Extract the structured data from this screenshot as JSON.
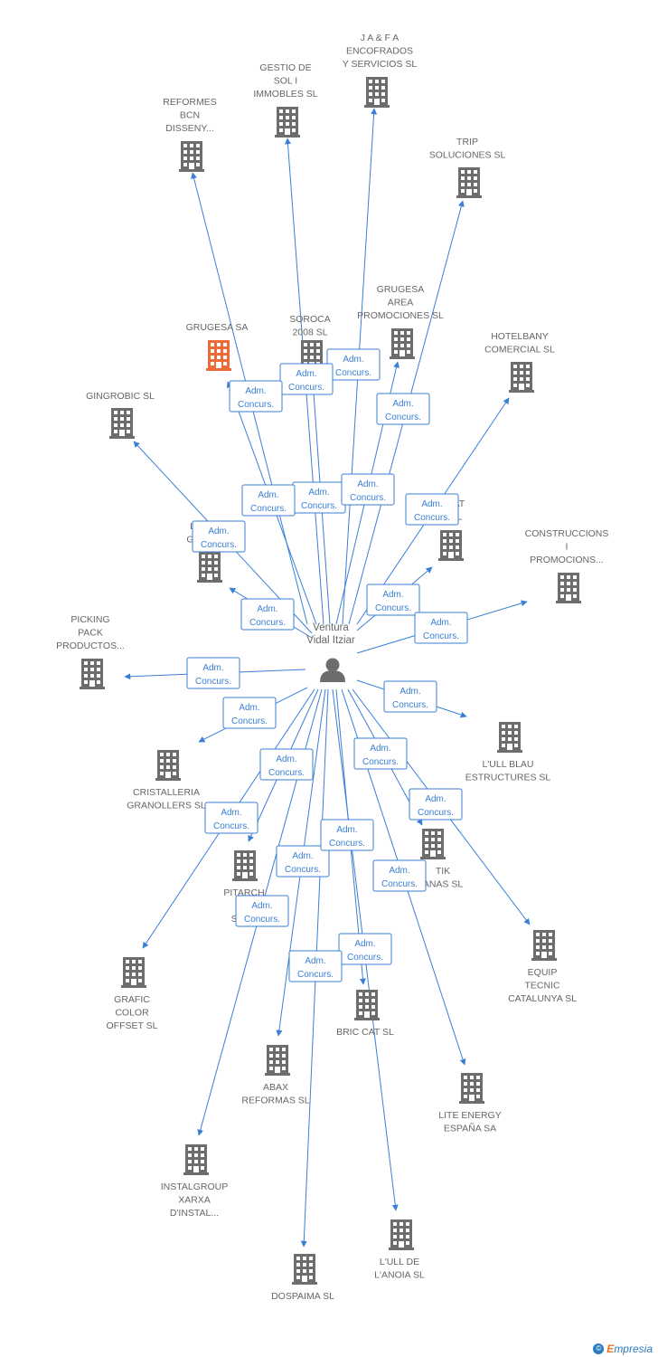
{
  "colors": {
    "edge": "#3a7fd5",
    "building": "#6d6d6d",
    "highlight": "#ef6a3a",
    "person": "#6d6d6d"
  },
  "person": {
    "lines": [
      "Ventura",
      "Vidal Itziar"
    ]
  },
  "edge_label": [
    "Adm.",
    "Concurs."
  ],
  "watermark": {
    "symbol": "©",
    "brand_first": "E",
    "brand_rest": "mpresia"
  },
  "companies": [
    {
      "id": "jaf",
      "lines": [
        "J A & F A",
        "ENCOFRADOS",
        "Y SERVICIOS SL"
      ],
      "highlight": false
    },
    {
      "id": "gestio",
      "lines": [
        "GESTIO DE",
        "SOL I",
        "IMMOBLES SL"
      ],
      "highlight": false
    },
    {
      "id": "reformes",
      "lines": [
        "REFORMES",
        "BCN",
        "DISSENY..."
      ],
      "highlight": false
    },
    {
      "id": "trip",
      "lines": [
        "TRIP",
        "SOLUCIONES SL"
      ],
      "highlight": false
    },
    {
      "id": "grugesa-area",
      "lines": [
        "GRUGESA",
        "AREA",
        "PROMOCIONES SL"
      ],
      "highlight": false
    },
    {
      "id": "soroca",
      "lines": [
        "SOROCA",
        "2008 SL"
      ],
      "highlight": false
    },
    {
      "id": "grugesa",
      "lines": [
        "GRUGESA SA"
      ],
      "highlight": true
    },
    {
      "id": "hotelbany",
      "lines": [
        "HOTELBANY",
        "COMERCIAL SL"
      ],
      "highlight": false
    },
    {
      "id": "gingrobic",
      "lines": [
        "GINGROBIC SL"
      ],
      "highlight": false
    },
    {
      "id": "tat",
      "lines": [
        "TAT",
        "SL"
      ],
      "highlight": false
    },
    {
      "id": "lga",
      "lines": [
        "L'",
        "GA"
      ],
      "highlight": false
    },
    {
      "id": "construccions",
      "lines": [
        "CONSTRUCCIONS",
        "I",
        "PROMOCIONS..."
      ],
      "highlight": false
    },
    {
      "id": "picking",
      "lines": [
        "PICKING",
        "PACK",
        "PRODUCTOS..."
      ],
      "highlight": false
    },
    {
      "id": "ullblau",
      "lines": [
        "L'ULL BLAU",
        "ESTRUCTURES SL"
      ],
      "highlight": false
    },
    {
      "id": "cristalleria",
      "lines": [
        "CRISTALLERIA",
        "GRANOLLERS SL"
      ],
      "highlight": false
    },
    {
      "id": "tik",
      "lines": [
        "TIK",
        "ANAS  SL"
      ],
      "highlight": false
    },
    {
      "id": "pitarch",
      "lines": [
        "PITARCH",
        "GA",
        "SERV"
      ],
      "highlight": false
    },
    {
      "id": "equip",
      "lines": [
        "EQUIP",
        "TECNIC",
        "CATALUNYA SL"
      ],
      "highlight": false
    },
    {
      "id": "grafic",
      "lines": [
        "GRAFIC",
        "COLOR",
        "OFFSET SL"
      ],
      "highlight": false
    },
    {
      "id": "bric",
      "lines": [
        "BRIC CAT SL"
      ],
      "highlight": false
    },
    {
      "id": "abax",
      "lines": [
        "ABAX",
        "REFORMAS SL"
      ],
      "highlight": false
    },
    {
      "id": "lite",
      "lines": [
        "LITE ENERGY",
        "ESPAÑA SA"
      ],
      "highlight": false
    },
    {
      "id": "instalgroup",
      "lines": [
        "INSTALGROUP",
        "XARXA",
        "D'INSTAL..."
      ],
      "highlight": false
    },
    {
      "id": "ullanoia",
      "lines": [
        "L'ULL DE",
        "L'ANOIA SL"
      ],
      "highlight": false
    },
    {
      "id": "dospaima",
      "lines": [
        "DOSPAIMA SL"
      ],
      "highlight": false
    }
  ]
}
